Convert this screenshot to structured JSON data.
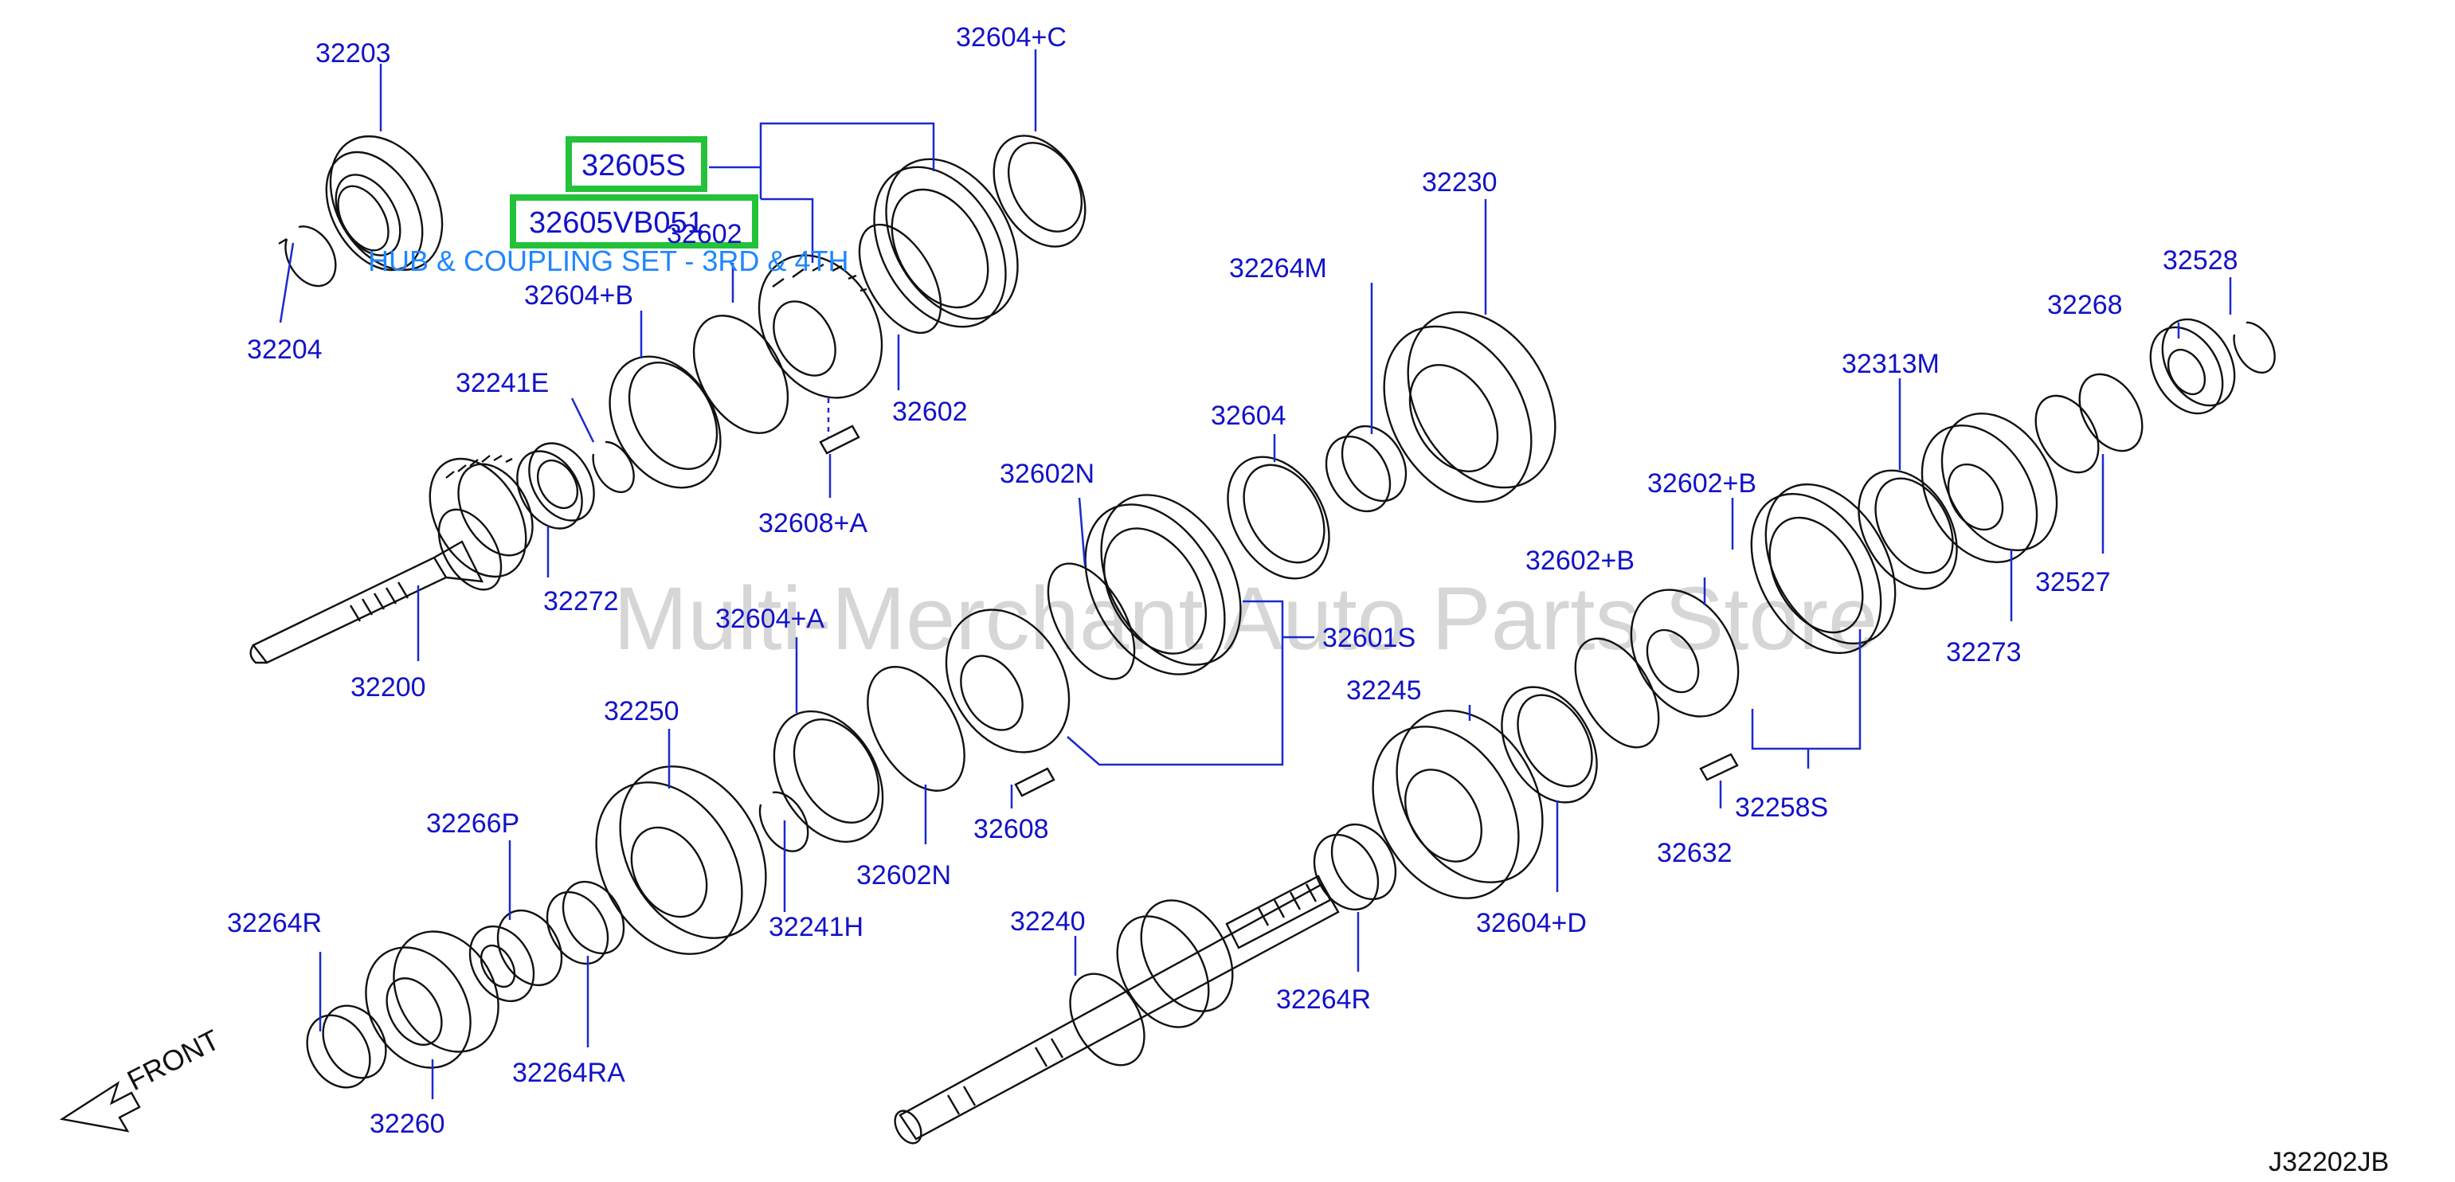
{
  "watermark": "Multi-Merchant Auto Parts Store",
  "diagram_code": "J32202JB",
  "front_label": "FRONT",
  "highlight": {
    "part_a": "32605S",
    "part_b": "32605VB051",
    "description": "HUB & COUPLING SET - 3RD & 4TH"
  },
  "labels": {
    "p32203": "32203",
    "p32204": "32204",
    "p32604c": "32604+C",
    "p32602_top": "32602",
    "p32604b": "32604+B",
    "p32241e": "32241E",
    "p32602_mid": "32602",
    "p32608a_top": "32608+A",
    "p32272": "32272",
    "p32200": "32200",
    "p32230": "32230",
    "p32264m": "32264M",
    "p32604": "32604",
    "p32602n_top": "32602N",
    "p32604a": "32604+A",
    "p32601s": "32601S",
    "p32250": "32250",
    "p32608": "32608",
    "p32602n_bottom": "32602N",
    "p32241h": "32241H",
    "p32266p": "32266P",
    "p32264r_left": "32264R",
    "p32264ra": "32264RA",
    "p32260": "32260",
    "p32528": "32528",
    "p32268": "32268",
    "p32313m": "32313M",
    "p32602b_top": "32602+B",
    "p32602b_mid": "32602+B",
    "p32527": "32527",
    "p32273": "32273",
    "p32245": "32245",
    "p32258s": "32258S",
    "p32632": "32632",
    "p32604d": "32604+D",
    "p32240": "32240",
    "p32264r_right": "32264R"
  }
}
